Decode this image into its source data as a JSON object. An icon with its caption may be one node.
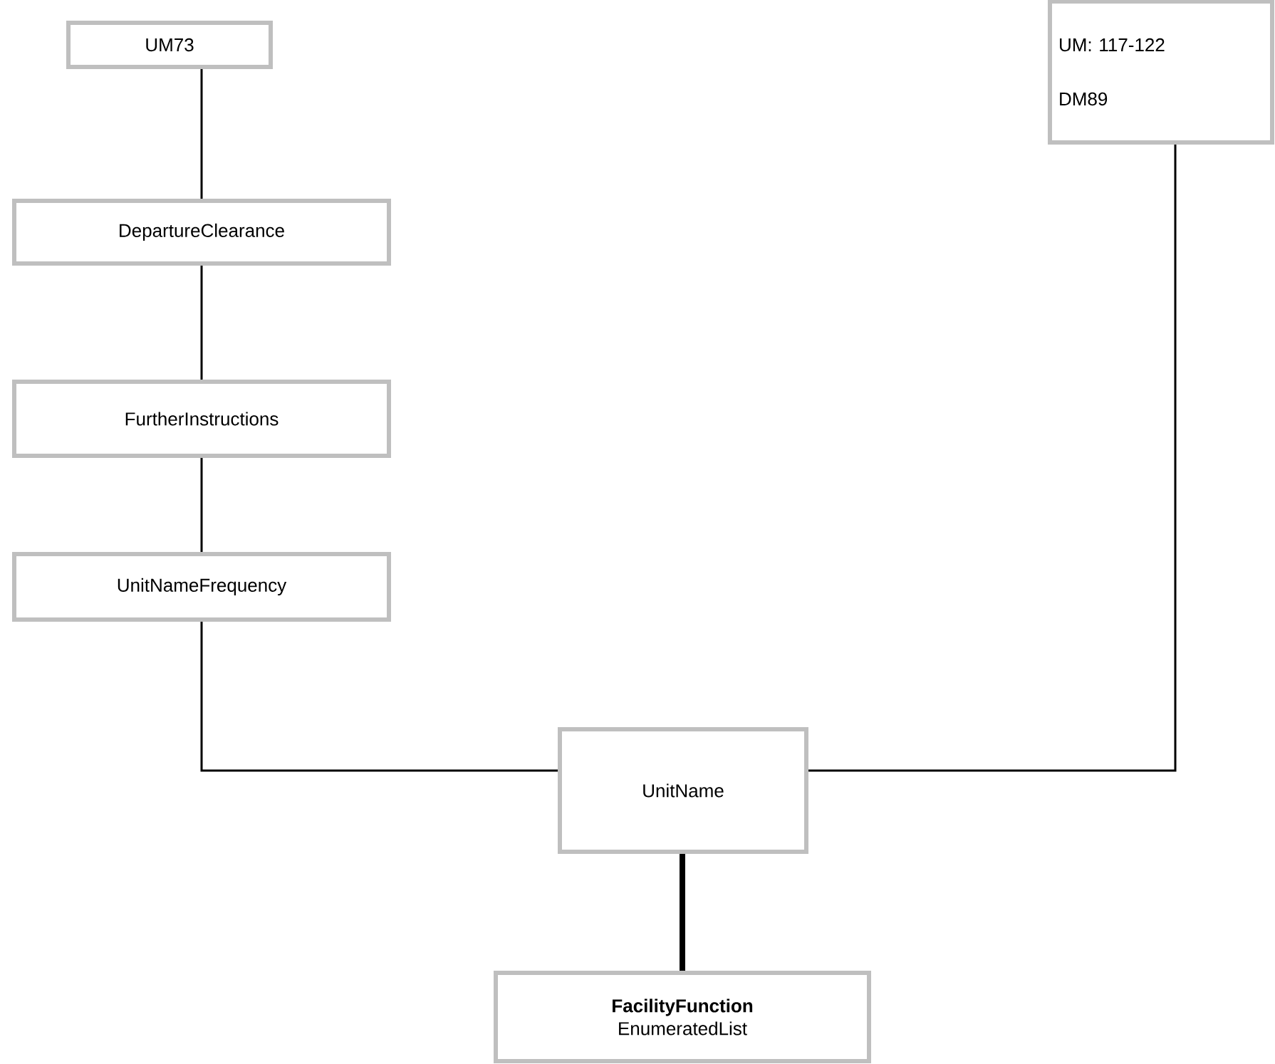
{
  "diagram": {
    "nodes": [
      {
        "text": [
          "UM73"
        ]
      },
      {
        "text": [
          "DepartureClearance"
        ]
      },
      {
        "text": [
          "FurtherInstructions"
        ]
      },
      {
        "text": [
          "UnitNameFrequency"
        ]
      },
      {
        "text": [
          "UM: 117-122",
          "DM89"
        ]
      },
      {
        "text": [
          "UnitName"
        ]
      },
      {
        "text": [
          "FacilityFunction",
          "EnumeratedList"
        ]
      }
    ],
    "edges": [
      {
        "from": 0,
        "to": 1,
        "arrow": "none"
      },
      {
        "from": 1,
        "to": 2,
        "arrow": "none"
      },
      {
        "from": 2,
        "to": 3,
        "arrow": "none"
      },
      {
        "from": 3,
        "to": 5,
        "arrow": "none"
      },
      {
        "from": 4,
        "to": 5,
        "arrow": "none"
      },
      {
        "from": 5,
        "to": 6,
        "arrow": "none",
        "style": "thick"
      }
    ]
  }
}
